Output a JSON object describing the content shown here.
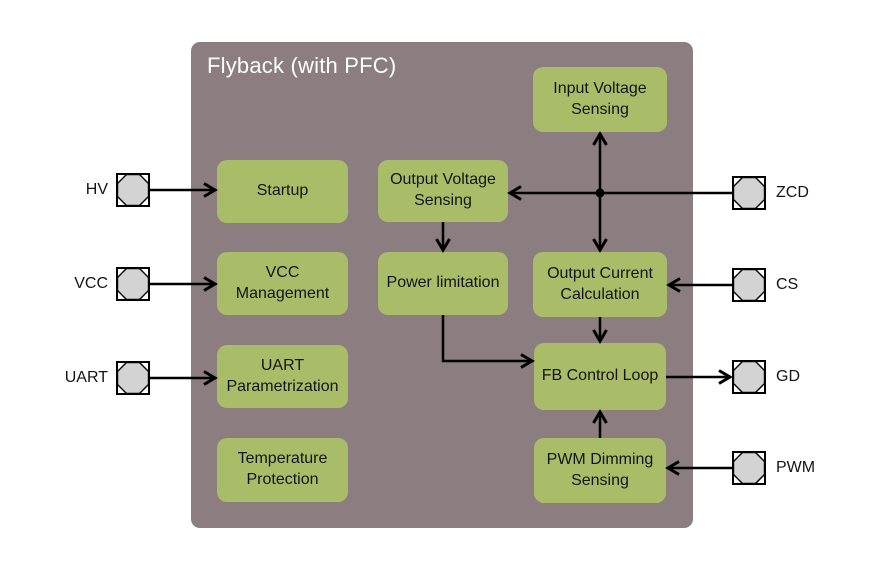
{
  "diagram": {
    "title": "Flyback (with PFC)",
    "blocks": {
      "startup": "Startup",
      "vcc_management": "VCC Management",
      "uart_parametrization": "UART Parametrization",
      "temperature_protection": "Temperature Protection",
      "output_voltage_sensing": "Output Voltage Sensing",
      "power_limitation": "Power limitation",
      "input_voltage_sensing": "Input Voltage Sensing",
      "output_current_calculation": "Output Current Calculation",
      "fb_control_loop": "FB Control Loop",
      "pwm_dimming_sensing": "PWM Dimming Sensing"
    },
    "pins": {
      "hv": "HV",
      "vcc": "VCC",
      "uart": "UART",
      "zcd": "ZCD",
      "cs": "CS",
      "gd": "GD",
      "pwm": "PWM"
    },
    "connections": [
      {
        "from": "HV",
        "to": "Startup"
      },
      {
        "from": "VCC",
        "to": "VCC Management"
      },
      {
        "from": "UART",
        "to": "UART Parametrization"
      },
      {
        "from": "Output Voltage Sensing",
        "to": "Power limitation"
      },
      {
        "from": "Power limitation",
        "to": "FB Control Loop"
      },
      {
        "from": "ZCD",
        "to": "Output Voltage Sensing"
      },
      {
        "from": "ZCD",
        "to": "Input Voltage Sensing"
      },
      {
        "from": "ZCD",
        "to": "Output Current Calculation"
      },
      {
        "from": "CS",
        "to": "Output Current Calculation"
      },
      {
        "from": "Output Current Calculation",
        "to": "FB Control Loop"
      },
      {
        "from": "FB Control Loop",
        "to": "GD"
      },
      {
        "from": "PWM Dimming Sensing",
        "to": "FB Control Loop"
      },
      {
        "from": "PWM",
        "to": "PWM Dimming Sensing"
      }
    ],
    "colors": {
      "container": "#8b7d80",
      "block_fill": "#a9bd69",
      "pin_fill": "#d3d3d3",
      "line": "#000000",
      "title_text": "#ffffff",
      "block_text": "#141414"
    }
  }
}
